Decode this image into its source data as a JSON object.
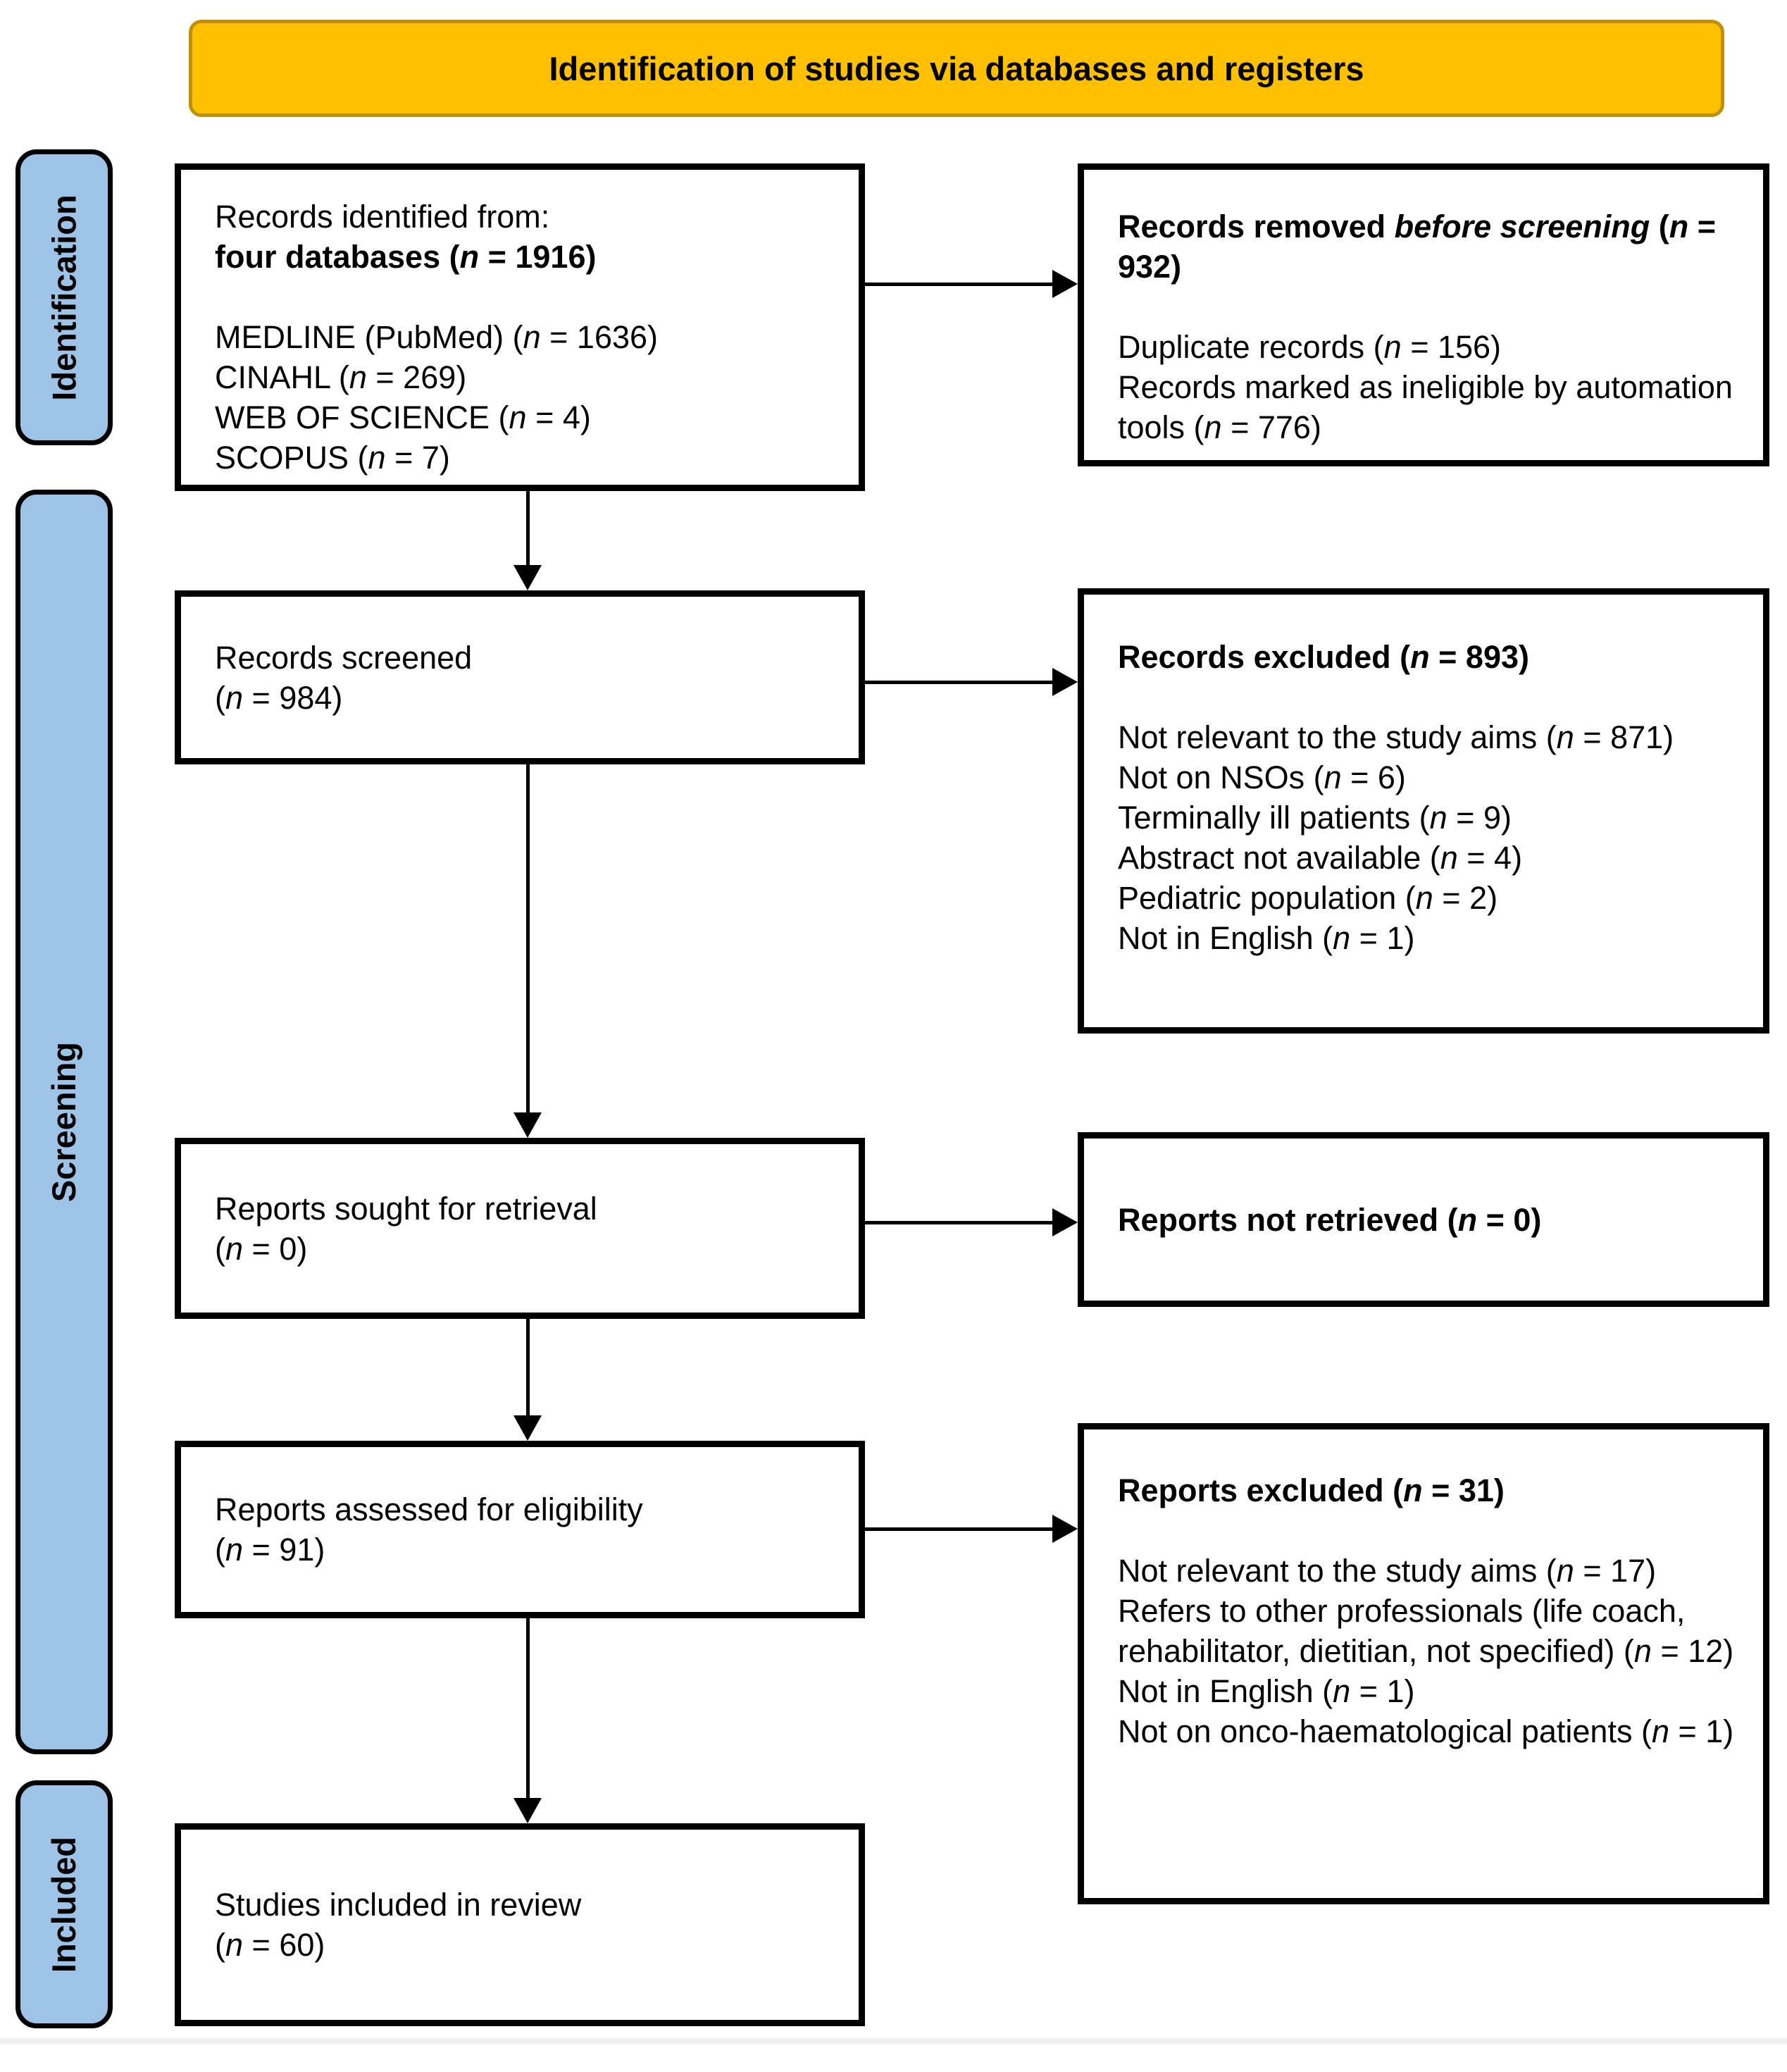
{
  "header": {
    "title": "Identification of studies via databases and registers"
  },
  "sidebar": {
    "identification": "Identification",
    "screening": "Screening",
    "included": "Included"
  },
  "colors": {
    "banner_fill": "#FFC000",
    "banner_border": "#BF9000",
    "phase_fill": "#9DC3E6",
    "box_border": "#000000"
  },
  "boxes": {
    "records_identified": {
      "line1": "Records identified from:",
      "line2": "four databases (n = 1916)",
      "items": [
        "MEDLINE (PubMed) (n = 1636)",
        "CINAHL (n = 269)",
        "WEB OF SCIENCE (n = 4)",
        "SCOPUS (n = 7)"
      ]
    },
    "records_removed": {
      "title": "Records removed *before screening* (n = 932)",
      "items": [
        "Duplicate records (n = 156)",
        "Records marked as ineligible by automation tools (n = 776)"
      ]
    },
    "records_screened": {
      "line1": "Records screened",
      "line2": "(n = 984)"
    },
    "records_excluded": {
      "title": "Records excluded (n = 893)",
      "items": [
        "Not relevant to the study aims (n = 871)",
        "Not on NSOs (n = 6)",
        "Terminally ill patients (n = 9)",
        "Abstract not available (n = 4)",
        "Pediatric population (n = 2)",
        "Not in English (n = 1)"
      ]
    },
    "reports_sought": {
      "line1": "Reports sought for retrieval",
      "line2": "(n = 0)"
    },
    "reports_not_retrieved": {
      "title": "Reports not retrieved (n = 0)"
    },
    "reports_assessed": {
      "line1": "Reports assessed for eligibility",
      "line2": "(n = 91)"
    },
    "reports_excluded": {
      "title": "Reports excluded (n = 31)",
      "items": [
        "Not relevant to the study aims (n = 17)",
        "Refers to other professionals (life coach, rehabilitator, dietitian, not specified) (n = 12)",
        "Not in English (n = 1)",
        "Not on onco-haematological patients (n = 1)"
      ]
    },
    "studies_included": {
      "line1": "Studies included in review",
      "line2": "(n = 60)"
    }
  }
}
